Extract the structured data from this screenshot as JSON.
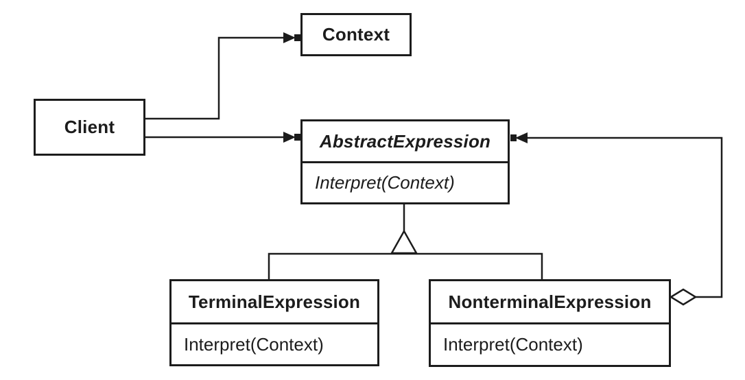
{
  "colors": {
    "ink": "#1c1c1c",
    "background": "#ffffff"
  },
  "classes": {
    "context": {
      "name": "Context"
    },
    "client": {
      "name": "Client"
    },
    "abstract_expression": {
      "name": "AbstractExpression",
      "method": "Interpret(Context)",
      "abstract": true
    },
    "terminal_expression": {
      "name": "TerminalExpression",
      "method": "Interpret(Context)"
    },
    "nonterminal_expression": {
      "name": "NonterminalExpression",
      "method": "Interpret(Context)"
    }
  },
  "relationships": [
    {
      "from": "Client",
      "to": "Context",
      "type": "association",
      "end": "solid-arrow"
    },
    {
      "from": "Client",
      "to": "AbstractExpression",
      "type": "association",
      "end": "solid-arrow"
    },
    {
      "from": "TerminalExpression",
      "to": "AbstractExpression",
      "type": "inheritance",
      "end": "hollow-triangle"
    },
    {
      "from": "NonterminalExpression",
      "to": "AbstractExpression",
      "type": "aggregation",
      "start": "hollow-diamond",
      "end": "solid-arrow"
    }
  ]
}
